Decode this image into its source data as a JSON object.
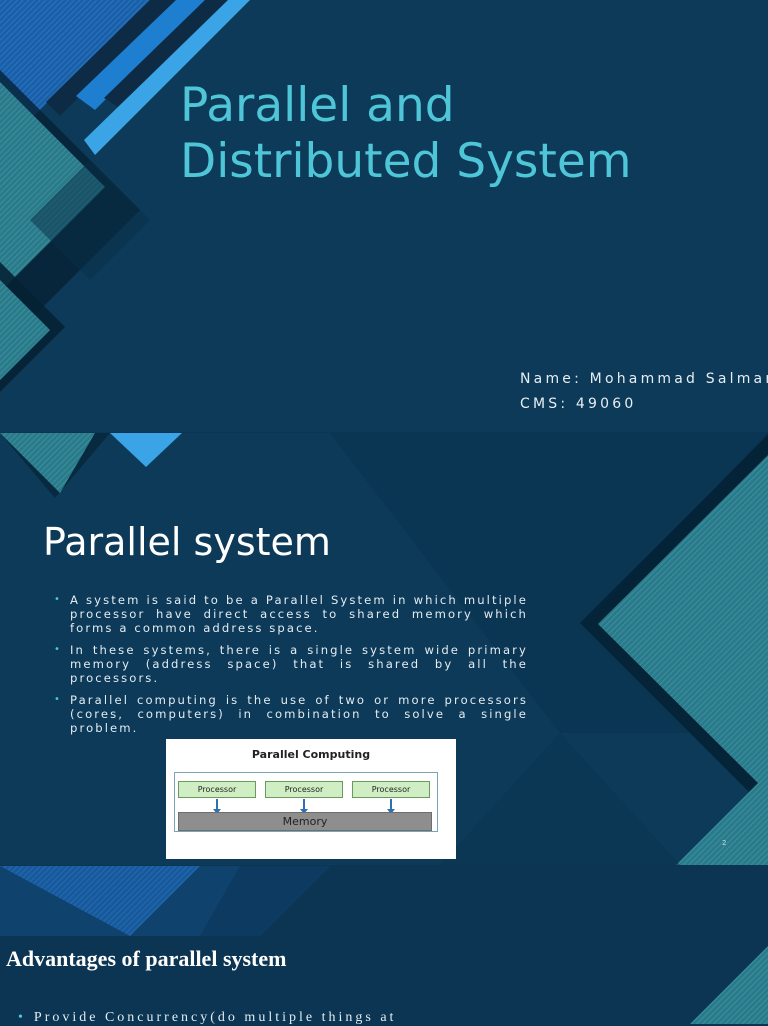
{
  "slide1": {
    "title_line1": "Parallel and",
    "title_line2": "Distributed System",
    "name": "Name: Mohammad Salman",
    "cms": "CMS: 49060"
  },
  "slide2": {
    "title": "Parallel system",
    "bullets": [
      "A system is said to be a Parallel System in which multiple processor have direct access to shared memory which forms a common address space.",
      "In these systems, there is a single system wide primary memory (address space) that is shared by all the processors.",
      "Parallel computing is the use of two or more processors (cores, computers) in combination to solve a single problem."
    ],
    "figure": {
      "title": "Parallel Computing",
      "processors": [
        "Processor",
        "Processor",
        "Processor"
      ],
      "memory": "Memory"
    },
    "page_number": "2"
  },
  "slide3": {
    "title": "Advantages of parallel system",
    "bullet_partial": "Provide Concurrency(do multiple things at"
  },
  "colors": {
    "background": "#0c3a58",
    "title_accent": "#4fc6d8",
    "light_blue": "#3aa0e0",
    "teal_stripe": "#2d7f8e"
  }
}
